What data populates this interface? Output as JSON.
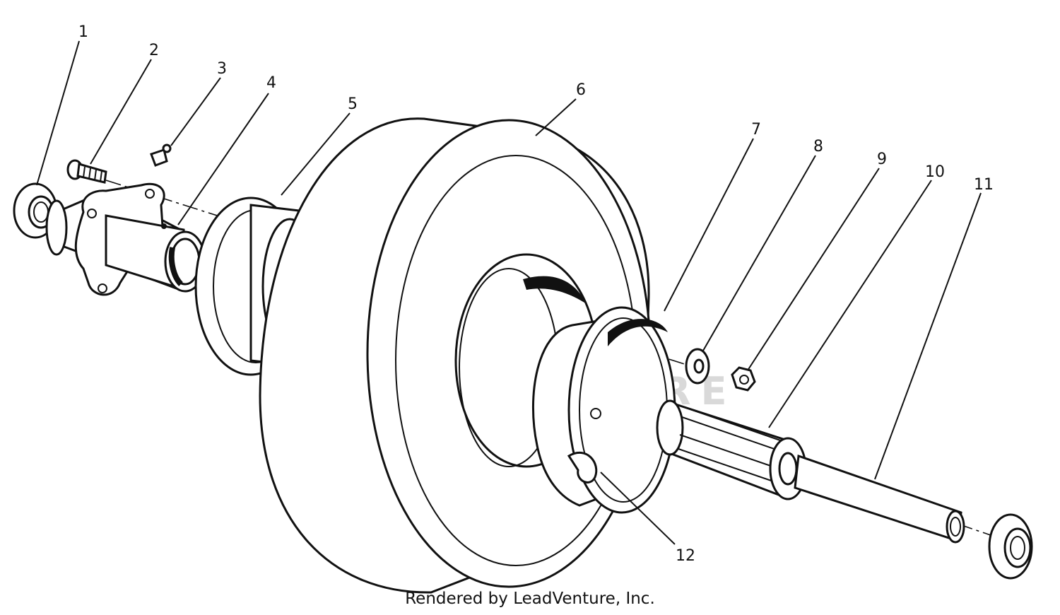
{
  "watermark": "LEADVENTURE",
  "footer": "Rendered by LeadVenture, Inc.",
  "callouts": [
    {
      "id": "1",
      "label": "1"
    },
    {
      "id": "2",
      "label": "2"
    },
    {
      "id": "3",
      "label": "3"
    },
    {
      "id": "4",
      "label": "4"
    },
    {
      "id": "5",
      "label": "5"
    },
    {
      "id": "6",
      "label": "6"
    },
    {
      "id": "7",
      "label": "7"
    },
    {
      "id": "8",
      "label": "8"
    },
    {
      "id": "9",
      "label": "9"
    },
    {
      "id": "10",
      "label": "10"
    },
    {
      "id": "11",
      "label": "11"
    },
    {
      "id": "12",
      "label": "12"
    }
  ]
}
